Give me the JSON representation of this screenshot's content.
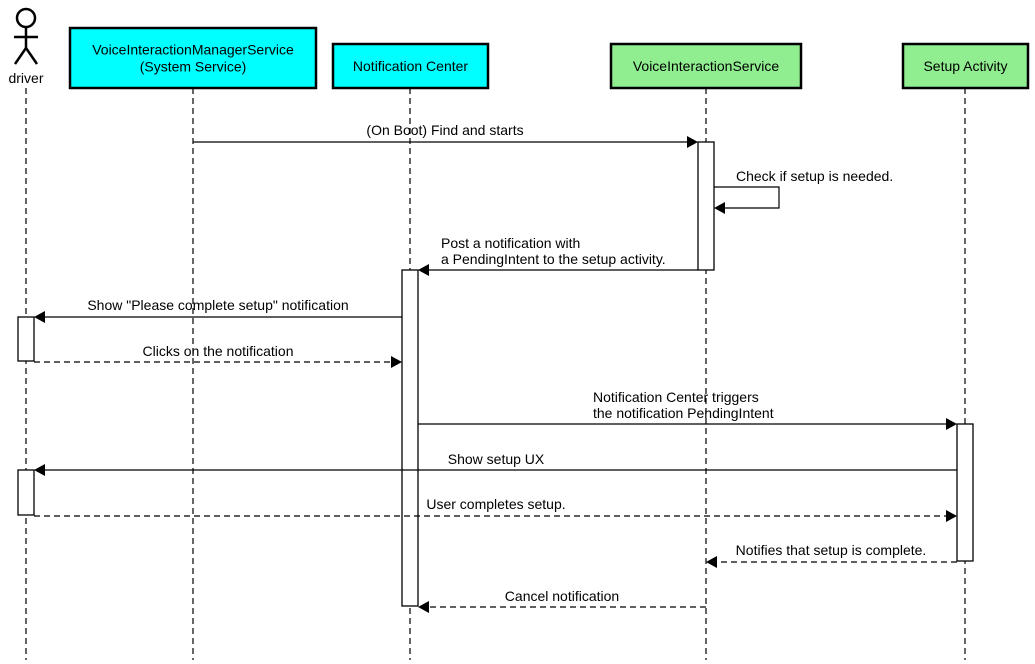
{
  "colors": {
    "service": "#00FFFF",
    "activity": "#90EE90",
    "stroke": "#000000",
    "background": "#FFFFFF"
  },
  "participants": [
    {
      "id": "driver",
      "type": "actor",
      "label": [
        "driver"
      ]
    },
    {
      "id": "vims",
      "type": "box",
      "color": "service",
      "label": [
        "VoiceInteractionManagerService",
        "(System Service)"
      ]
    },
    {
      "id": "nc",
      "type": "box",
      "color": "service",
      "label": [
        "Notification Center"
      ]
    },
    {
      "id": "vis",
      "type": "box",
      "color": "activity",
      "label": [
        "VoiceInteractionService"
      ]
    },
    {
      "id": "sa",
      "type": "box",
      "color": "activity",
      "label": [
        "Setup Activity"
      ]
    }
  ],
  "messages": [
    {
      "from": "vims",
      "to": "vis",
      "style": "solid",
      "label": [
        "(On Boot) Find and starts"
      ]
    },
    {
      "from": "vis",
      "to": "vis",
      "style": "solid",
      "self": true,
      "label": [
        "Check if setup is needed."
      ]
    },
    {
      "from": "vis",
      "to": "nc",
      "style": "solid",
      "label": [
        "Post a notification with",
        "a PendingIntent to the setup activity."
      ]
    },
    {
      "from": "nc",
      "to": "driver",
      "style": "solid",
      "label": [
        "Show \"Please complete setup\" notification"
      ]
    },
    {
      "from": "driver",
      "to": "nc",
      "style": "dashed",
      "label": [
        "Clicks on the notification"
      ]
    },
    {
      "from": "nc",
      "to": "sa",
      "style": "solid",
      "label": [
        "Notification Center triggers",
        "the notification PendingIntent"
      ]
    },
    {
      "from": "sa",
      "to": "driver",
      "style": "solid",
      "label": [
        "Show setup UX"
      ]
    },
    {
      "from": "driver",
      "to": "sa",
      "style": "dashed",
      "label": [
        "User completes setup."
      ]
    },
    {
      "from": "sa",
      "to": "vis",
      "style": "dashed",
      "label": [
        "Notifies that setup is complete."
      ]
    },
    {
      "from": "vis",
      "to": "nc",
      "style": "dashed",
      "label": [
        "Cancel notification"
      ]
    }
  ]
}
